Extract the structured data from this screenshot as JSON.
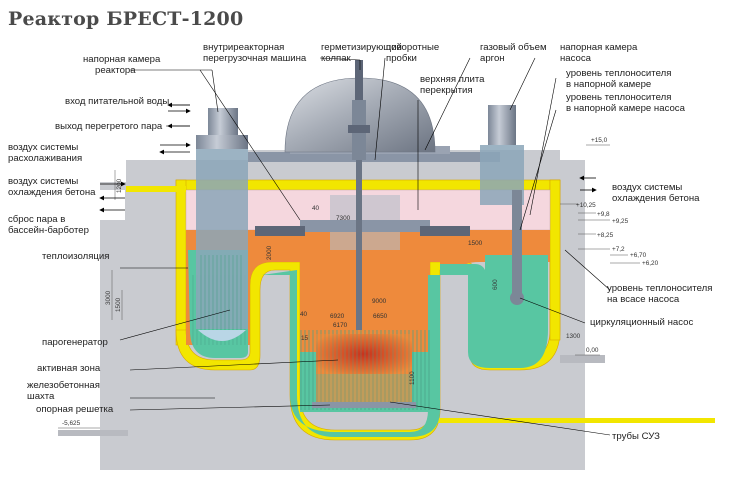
{
  "title": "Реактор БРЕСТ-1200",
  "labels": {
    "pressure_chamber_reactor": [
      "напорная камера",
      "реактора"
    ],
    "reload_machine": [
      "внутриреакторная",
      "перегрузочная машина"
    ],
    "sealed_cap": [
      "герметизирующий",
      "колпак"
    ],
    "rotary_plugs": [
      "поворотные",
      "пробки"
    ],
    "gas_volume": [
      "газовый объем",
      "аргон"
    ],
    "pressure_chamber_pump": [
      "напорная камера",
      "насоса"
    ],
    "top_plate": [
      "верхняя плита",
      "перекрытия"
    ],
    "feedwater_in": "вход питательной воды",
    "steam_out": "выход перегретого пара",
    "cooldown_air": [
      "воздух системы",
      "расхолаживания"
    ],
    "concrete_air_left": [
      "воздух системы",
      "охлаждения бетона"
    ],
    "steam_dump": [
      "сброс пара в",
      "бассейн-барботер"
    ],
    "insulation": "теплоизоляция",
    "steam_generator": "парогенератор",
    "core": "активная зона",
    "shaft": [
      "железобетонная",
      "шахта"
    ],
    "support_grid": "опорная решетка",
    "coolant_level_reactor": [
      "уровень теплоносителя",
      "в напорной камере"
    ],
    "coolant_level_pump_chamber": [
      "уровень теплоносителя",
      "в напорной камере насоса"
    ],
    "concrete_air_right": [
      "воздух системы",
      "охлаждения бетона"
    ],
    "coolant_level_pump_suction": [
      "уровень теплоносителя",
      "на всасе насоса"
    ],
    "circ_pump": "циркуляционный насос",
    "cps_tubes": "трубы СУЗ"
  },
  "dims": {
    "elev_15": "+15,0",
    "elev_1025": "+10,25",
    "elev_98": "+9,8",
    "elev_925": "+9,25",
    "elev_825": "+8,25",
    "elev_72": "+7,2",
    "elev_670": "+6,70",
    "elev_620": "+6,20",
    "elev_000": "0,00",
    "elev_m5625": "-5,625",
    "d1200": "1200",
    "d40a": "40",
    "d7300": "7300",
    "d2000": "2000",
    "d3000": "3000",
    "d1500v": "1500",
    "d1500": "1500",
    "d600": "600",
    "d40b": "40",
    "d6920": "6920",
    "d6650": "6650",
    "d6170": "6170",
    "d9000": "9000",
    "d15": "15",
    "d1100": "1100",
    "d1300": "1300"
  },
  "colors": {
    "concrete": "#c9cbd0",
    "insulation": "#f2e600",
    "insulation_edge": "#e0b400",
    "coolant": "#58c6a2",
    "hot_coolant": "#ee8a3c",
    "core": "#e8613a",
    "gas": "#f5d7de",
    "steel": "#8a95a6",
    "dome": "#a6acb6"
  }
}
